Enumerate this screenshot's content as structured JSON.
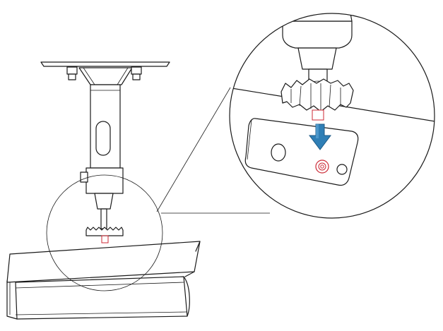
{
  "figure": {
    "type": "installation-diagram",
    "colors": {
      "line": "#1a1a1a",
      "hole_marker": "#cc2a36",
      "arrow_fill": "#2f7fb6",
      "arrow_edge": "#1d5a86",
      "background": "#ffffff"
    },
    "icons": [
      "mounting-bracket",
      "camera-housing",
      "down-arrow-icon",
      "magnifier-circle"
    ]
  }
}
